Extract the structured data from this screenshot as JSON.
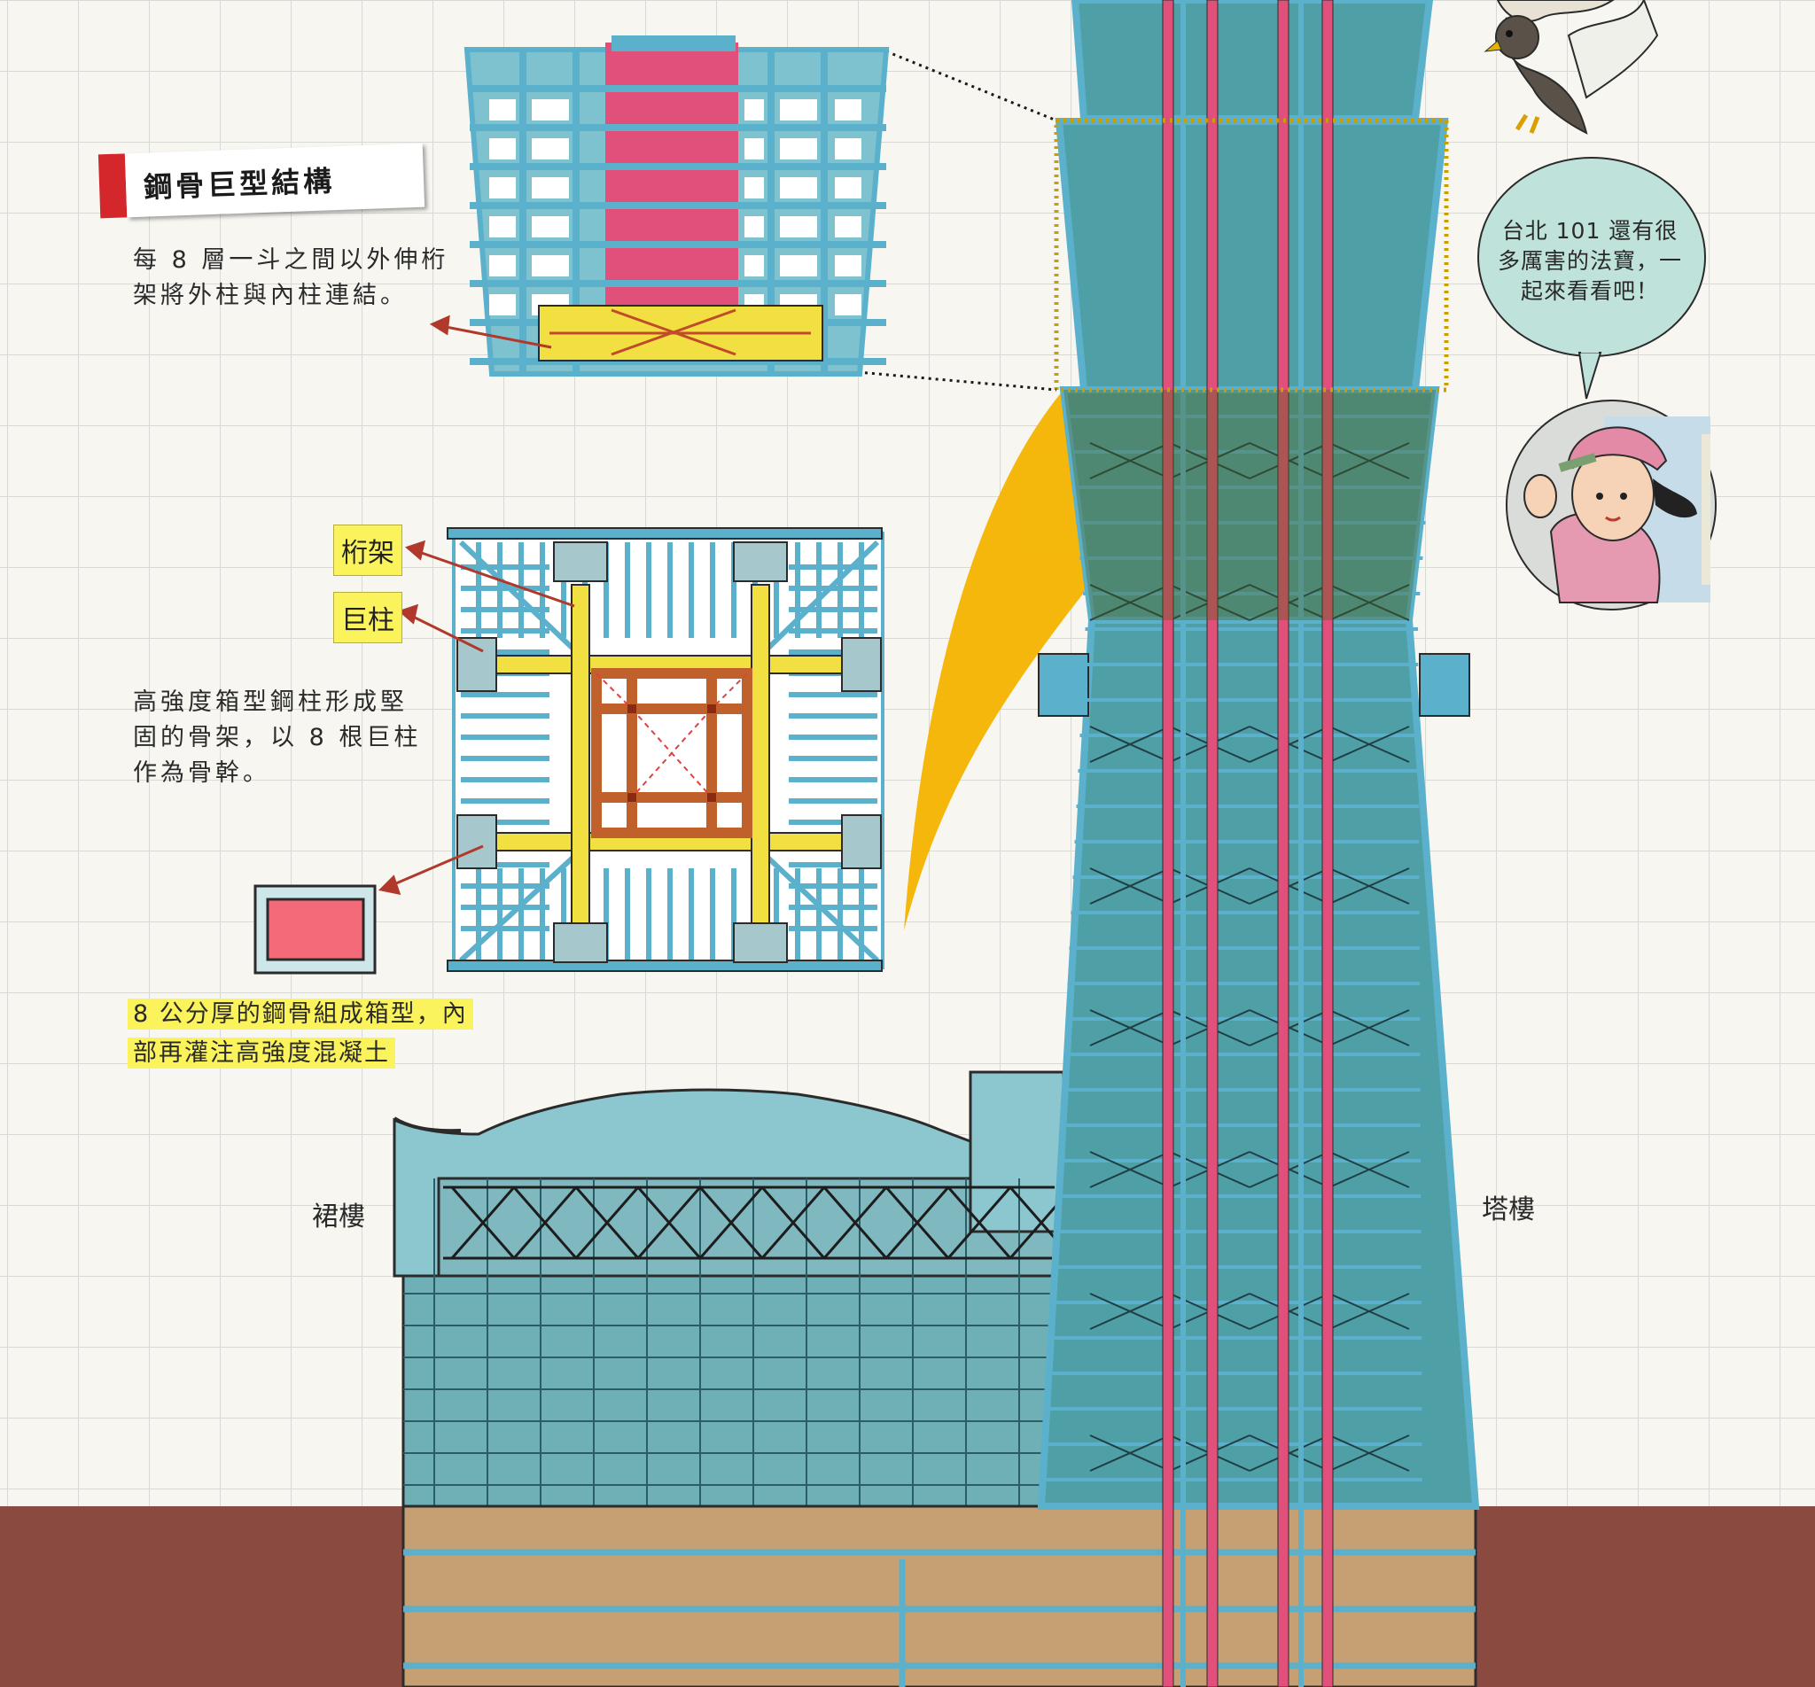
{
  "title": "鋼骨巨型結構",
  "truss_note": "每 8 層一斗之間以外伸桁架將外柱與內柱連結。",
  "column_note": "高強度箱型鋼柱形成堅固的骨架，以 8 根巨柱作為骨幹。",
  "box_note": "8 公分厚的鋼骨組成箱型，內部再灌注高強度混凝土",
  "tag_truss": "桁架",
  "tag_column": "巨柱",
  "label_podium": "裙樓",
  "label_tower": "塔樓",
  "speech_bubble": "台北 101 還有很多厲害的法寶，一起來看看吧！",
  "colors": {
    "background": "#f7f6f1",
    "grid": "#d9d9d6",
    "steel": "#5bb1cc",
    "teal": "#4f9fa6",
    "truss_red": "#e0507a",
    "highlight_yellow": "#fbf35b",
    "accent_red": "#d4272c",
    "ground": "#8a4a40",
    "basement": "#c6a073",
    "fan_gold": "#f5b400"
  }
}
